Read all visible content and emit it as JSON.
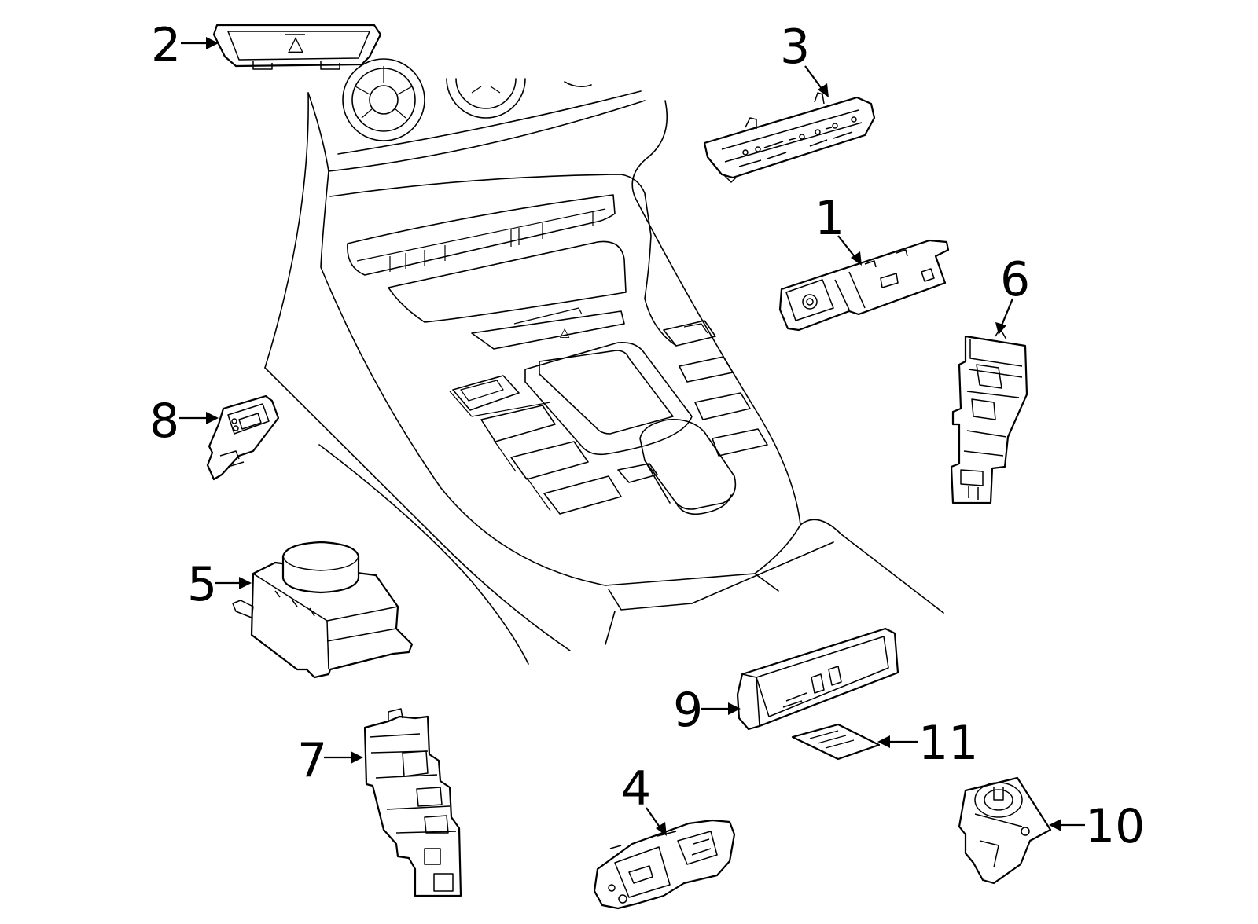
{
  "callouts": [
    {
      "id": "1",
      "label": "1"
    },
    {
      "id": "2",
      "label": "2"
    },
    {
      "id": "3",
      "label": "3"
    },
    {
      "id": "4",
      "label": "4"
    },
    {
      "id": "5",
      "label": "5"
    },
    {
      "id": "6",
      "label": "6"
    },
    {
      "id": "7",
      "label": "7"
    },
    {
      "id": "8",
      "label": "8"
    },
    {
      "id": "9",
      "label": "9"
    },
    {
      "id": "10",
      "label": "10"
    },
    {
      "id": "11",
      "label": "11"
    }
  ],
  "symbols": {
    "hazard_triangle": "△"
  },
  "colors": {
    "line": "#000000",
    "background": "#ffffff"
  }
}
